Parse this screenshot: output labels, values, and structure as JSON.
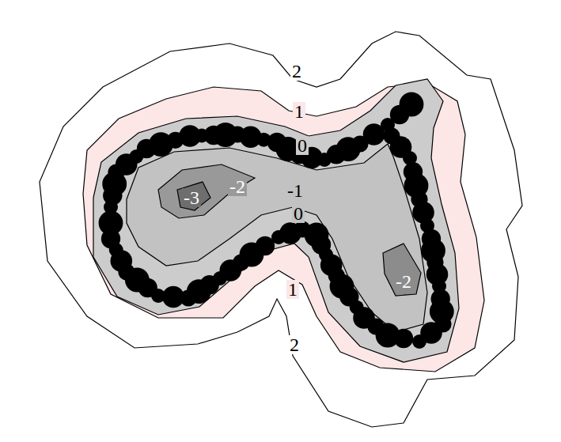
{
  "diagram": {
    "labels": [
      "2",
      "1",
      "0",
      "-2",
      "-1",
      "-3",
      "0",
      "-2",
      "1",
      "2"
    ]
  }
}
